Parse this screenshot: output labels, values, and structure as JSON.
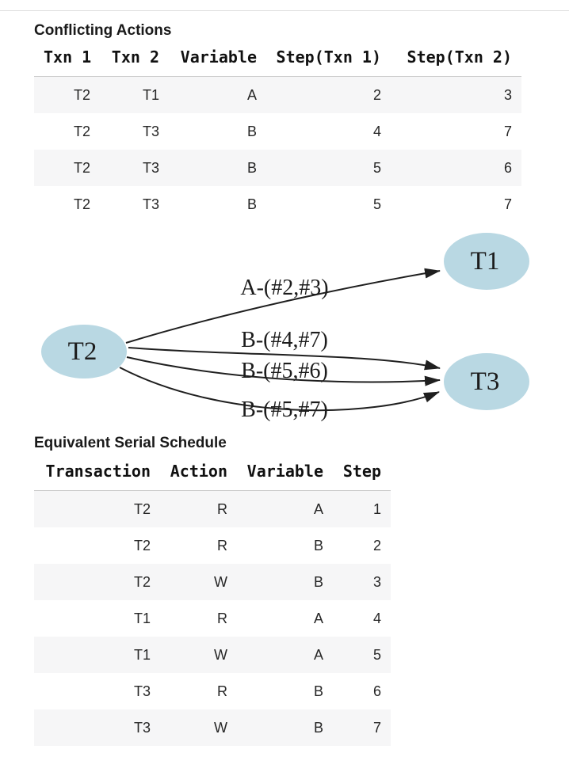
{
  "colors": {
    "node_fill": "#b9d8e3",
    "edge_stroke": "#1f1f1f",
    "row_stripe": "#f6f6f7",
    "header_rule": "#cbcbcb",
    "top_divider": "#dedede"
  },
  "conflicts_section": {
    "title": "Conflicting Actions",
    "columns": [
      "Txn 1",
      "Txn 2",
      "Variable",
      "Step(Txn 1)",
      "Step(Txn 2)"
    ],
    "rows": [
      [
        "T2",
        "T1",
        "A",
        "2",
        "3"
      ],
      [
        "T2",
        "T3",
        "B",
        "4",
        "7"
      ],
      [
        "T2",
        "T3",
        "B",
        "5",
        "6"
      ],
      [
        "T2",
        "T3",
        "B",
        "5",
        "7"
      ]
    ]
  },
  "precedence_graph": {
    "nodes": [
      {
        "id": "T1",
        "label": "T1"
      },
      {
        "id": "T2",
        "label": "T2"
      },
      {
        "id": "T3",
        "label": "T3"
      }
    ],
    "edges": [
      {
        "from": "T2",
        "to": "T1",
        "label": "A-(#2,#3)"
      },
      {
        "from": "T2",
        "to": "T3",
        "label": "B-(#4,#7)"
      },
      {
        "from": "T2",
        "to": "T3",
        "label": "B-(#5,#6)"
      },
      {
        "from": "T2",
        "to": "T3",
        "label": "B-(#5,#7)"
      }
    ]
  },
  "schedule_section": {
    "title": "Equivalent Serial Schedule",
    "columns": [
      "Transaction",
      "Action",
      "Variable",
      "Step"
    ],
    "rows": [
      [
        "T2",
        "R",
        "A",
        "1"
      ],
      [
        "T2",
        "R",
        "B",
        "2"
      ],
      [
        "T2",
        "W",
        "B",
        "3"
      ],
      [
        "T1",
        "R",
        "A",
        "4"
      ],
      [
        "T1",
        "W",
        "A",
        "5"
      ],
      [
        "T3",
        "R",
        "B",
        "6"
      ],
      [
        "T3",
        "W",
        "B",
        "7"
      ]
    ]
  }
}
